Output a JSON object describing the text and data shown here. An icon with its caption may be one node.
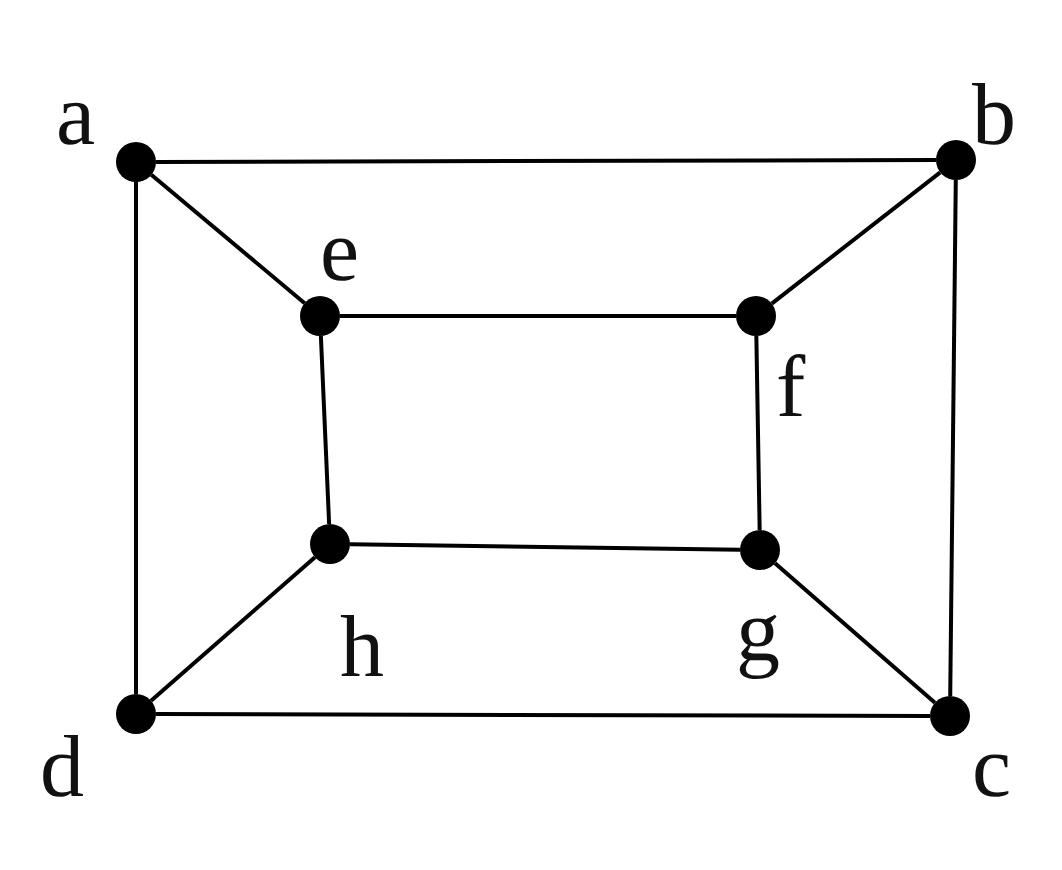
{
  "diagram": {
    "nodes": [
      {
        "text": [],
        "shape": "circle",
        "beside": [
          "a"
        ]
      },
      {
        "text": [],
        "shape": "circle",
        "beside": [
          "b"
        ]
      },
      {
        "text": [],
        "shape": "circle",
        "beside": [
          "c"
        ]
      },
      {
        "text": [],
        "shape": "circle",
        "beside": [
          "d"
        ]
      },
      {
        "text": [],
        "shape": "circle",
        "beside": [
          "e"
        ]
      },
      {
        "text": [],
        "shape": "circle",
        "beside": [
          "f"
        ]
      },
      {
        "text": [],
        "shape": "circle",
        "beside": [
          "g"
        ]
      },
      {
        "text": [],
        "shape": "circle",
        "beside": [
          "h"
        ]
      }
    ],
    "edges": [
      {
        "from": 0,
        "to": 1,
        "arrow": "none"
      },
      {
        "from": 1,
        "to": 2,
        "arrow": "none"
      },
      {
        "from": 2,
        "to": 3,
        "arrow": "none"
      },
      {
        "from": 3,
        "to": 0,
        "arrow": "none"
      },
      {
        "from": 4,
        "to": 5,
        "arrow": "none"
      },
      {
        "from": 5,
        "to": 6,
        "arrow": "none"
      },
      {
        "from": 6,
        "to": 7,
        "arrow": "none"
      },
      {
        "from": 7,
        "to": 4,
        "arrow": "none"
      },
      {
        "from": 0,
        "to": 4,
        "arrow": "none"
      },
      {
        "from": 1,
        "to": 5,
        "arrow": "none"
      },
      {
        "from": 2,
        "to": 6,
        "arrow": "none"
      },
      {
        "from": 3,
        "to": 7,
        "arrow": "none"
      }
    ]
  }
}
